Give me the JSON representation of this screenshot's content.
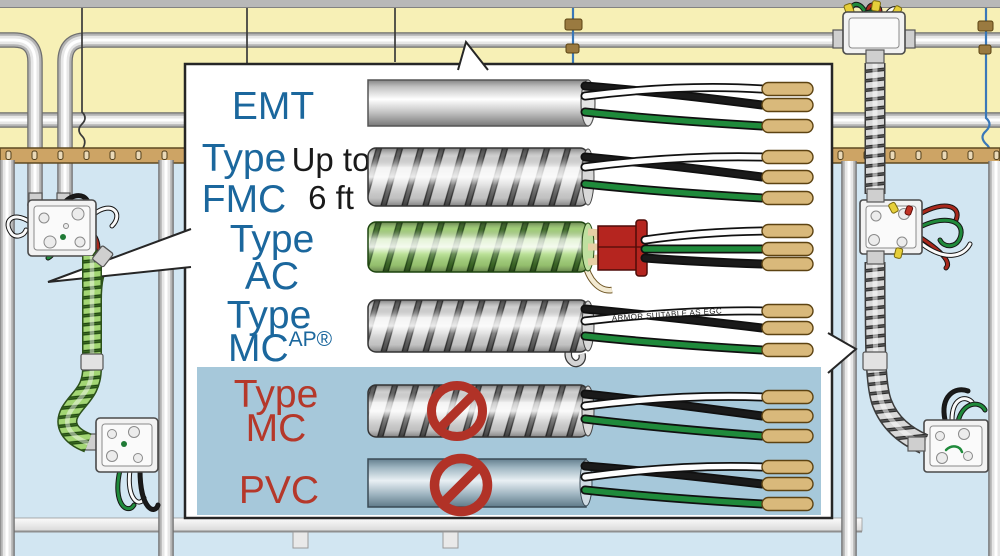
{
  "scene": {
    "colors": {
      "plenum_bg": "#f7f0b6",
      "room_bg": "#d2e6f2",
      "ceiling_rail": "#cda465",
      "hanger_wire_blue": "#3a78b8",
      "flex_green": "#9ed06e",
      "conduit_gray": "#d9d9d9"
    }
  },
  "panel": {
    "colors": {
      "panel_bg": "#ffffff",
      "permitted_label": "#1b679d",
      "prohibited_label": "#b5382a",
      "note_text": "#1a1a1a",
      "prohibition_sign": "#b13227",
      "prohibited_zone_bg": "#a6c8da"
    },
    "rows": [
      {
        "id": "emt",
        "label_lines": [
          "EMT"
        ],
        "permitted": true
      },
      {
        "id": "fmc",
        "label_lines": [
          "Type",
          "FMC"
        ],
        "note_lines": [
          "Up to",
          "6 ft"
        ],
        "permitted": true
      },
      {
        "id": "ac",
        "label_lines": [
          "Type",
          "AC"
        ],
        "permitted": true
      },
      {
        "id": "mc-ap",
        "label_lines": [
          "Type",
          "MC"
        ],
        "label_superscript": "AP®",
        "armor_label": "ARMOR SUITABLE AS EGC",
        "permitted": true
      },
      {
        "id": "mc",
        "label_lines": [
          "Type",
          "MC"
        ],
        "permitted": false
      },
      {
        "id": "pvc",
        "label_lines": [
          "PVC"
        ],
        "permitted": false
      }
    ]
  }
}
